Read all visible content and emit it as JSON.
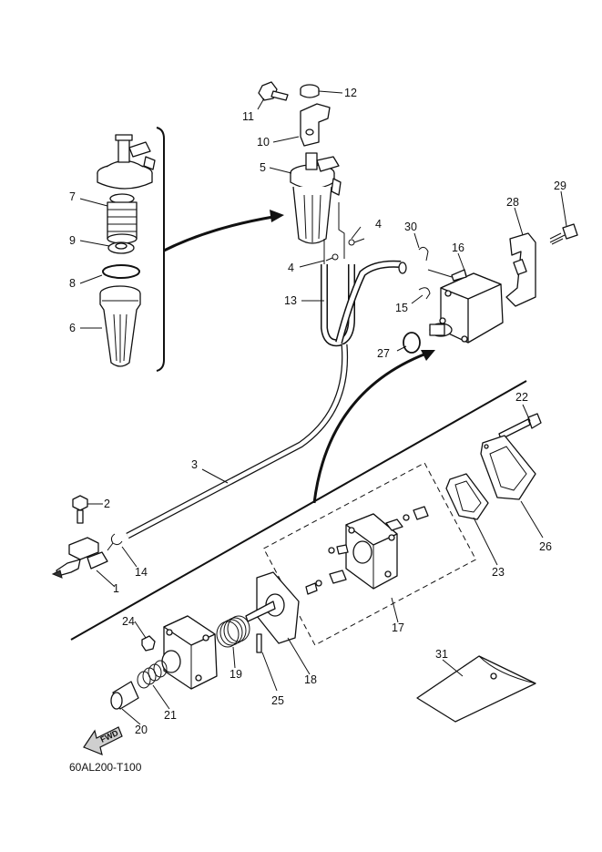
{
  "diagram": {
    "drawing_code": "60AL200-T100",
    "fwd_label": "FWD",
    "callouts": [
      "1",
      "2",
      "3",
      "4",
      "4",
      "5",
      "6",
      "7",
      "8",
      "9",
      "10",
      "11",
      "12",
      "13",
      "14",
      "15",
      "16",
      "17",
      "18",
      "19",
      "20",
      "21",
      "22",
      "23",
      "24",
      "25",
      "26",
      "27",
      "28",
      "29",
      "30",
      "31"
    ]
  }
}
